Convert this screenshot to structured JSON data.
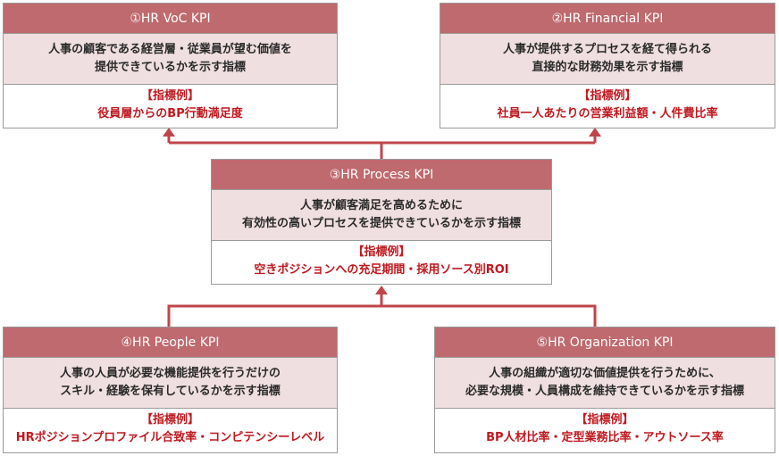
{
  "kpis": {
    "voc": {
      "title": "①HR VoC KPI",
      "desc_line1": "人事の顧客である経営層・従業員が望む価値を",
      "desc_line2": "提供できているかを示す指標",
      "example_label": "【指標例】",
      "example": "役員層からのBP行動満足度"
    },
    "financial": {
      "title": "②HR Financial KPI",
      "desc_line1": "人事が提供するプロセスを経て得られる",
      "desc_line2": "直接的な財務効果を示す指標",
      "example_label": "【指標例】",
      "example": "社員一人あたりの営業利益額・人件費比率"
    },
    "process": {
      "title": "③HR Process KPI",
      "desc_line1": "人事が顧客満足を高めるために",
      "desc_line2": "有効性の高いプロセスを提供できているかを示す指標",
      "example_label": "【指標例】",
      "example": "空きポジションへの充足期間・採用ソース別ROI"
    },
    "people": {
      "title": "④HR People KPI",
      "desc_line1": "人事の人員が必要な機能提供を行うだけの",
      "desc_line2": "スキル・経験を保有しているかを示す指標",
      "example_label": "【指標例】",
      "example": "HRポジションプロファイル合致率・コンピテンシーレベル"
    },
    "organization": {
      "title": "⑤HR Organization KPI",
      "desc_line1": "人事の組織が適切な価値提供を行うために、",
      "desc_line2": "必要な規模・人員構成を維持できているかを示す指標",
      "example_label": "【指標例】",
      "example": "BP人材比率・定型業務比率・アウトソース率"
    }
  },
  "colors": {
    "header": "#bf6a6e",
    "description_bg": "#f0dfe0",
    "example_text": "#c0181f",
    "connector": "#c0454a"
  }
}
